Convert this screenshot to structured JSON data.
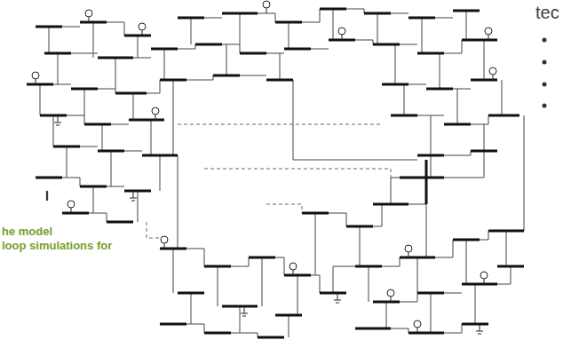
{
  "diagram": {
    "labels": [
      "tec",
      "l",
      "he model",
      "loop simulations for"
    ]
  }
}
